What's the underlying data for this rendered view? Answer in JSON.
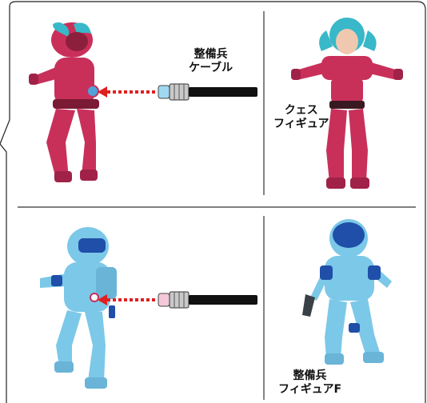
{
  "panels": {
    "top_left": {
      "label_line1": "整備兵",
      "label_line2": "ケーブル"
    },
    "top_right": {
      "label_line1": "クェス",
      "label_line2": "フィギュア"
    },
    "bottom_right": {
      "label_line1": "整備兵",
      "label_line2": "フィギュアF"
    }
  },
  "colors": {
    "pink_figure": "#c8305a",
    "blue_figure": "#7cc8e8",
    "visor": "#1f4fa8",
    "hair": "#38b8c8",
    "arrow": "#e02020",
    "cable": "#111111"
  }
}
